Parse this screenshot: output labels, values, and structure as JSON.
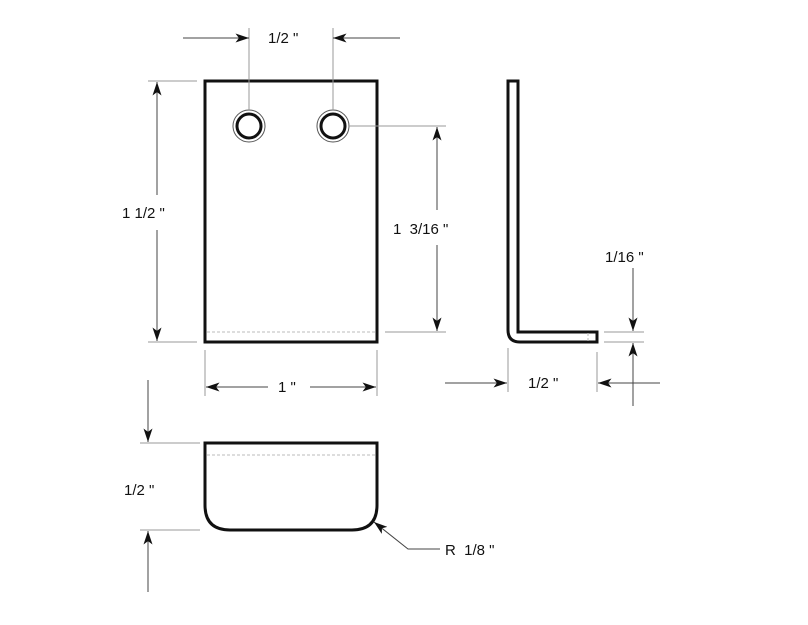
{
  "drawing": {
    "front_view": {
      "hole_spacing": "1/2 \"",
      "height": "1 1/2 \"",
      "hole_to_bottom": "1  3/16 \"",
      "width": "1 \""
    },
    "side_view": {
      "thickness": "1/16 \"",
      "flange_length": "1/2 \""
    },
    "bottom_view": {
      "depth": "1/2 \"",
      "corner_radius": "R  1/8 \""
    }
  }
}
